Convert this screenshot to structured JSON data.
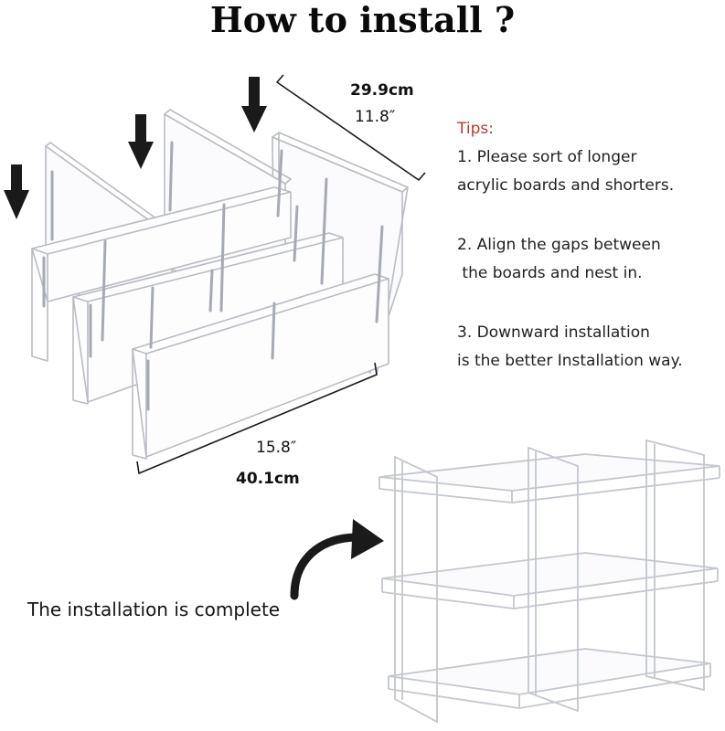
{
  "title": "How to install ?",
  "dimensions": {
    "depth_cm": "29.9cm",
    "depth_in": "11.8″",
    "width_in": "15.8″",
    "width_cm": "40.1cm"
  },
  "tips": {
    "label": "Tips:",
    "step1_line1": "1. Please sort of longer",
    "step1_line2": "acrylic boards and shorters.",
    "step2_line1": "2. Align the gaps between",
    "step2_line2": " the boards and nest in.",
    "step3_line1": "3. Downward installation",
    "step3_line2": "is the better Installation way."
  },
  "completion_text": "The installation is complete",
  "colors": {
    "tips_label": "#c0392b",
    "acrylic_edge": "#b9bcc4",
    "arrow": "#1a1a1a"
  },
  "icons": [
    "down-arrow-icon",
    "curved-arrow-icon"
  ]
}
